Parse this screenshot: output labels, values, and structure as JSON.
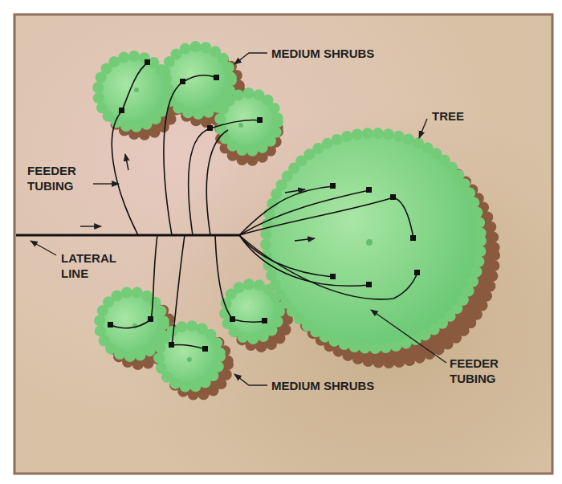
{
  "diagram": {
    "labels": [
      "MEDIUM SHRUBS",
      "TREE",
      "FEEDER TUBING",
      "LATERAL LINE",
      "MEDIUM SHRUBS",
      "FEEDER TUBING"
    ]
  }
}
